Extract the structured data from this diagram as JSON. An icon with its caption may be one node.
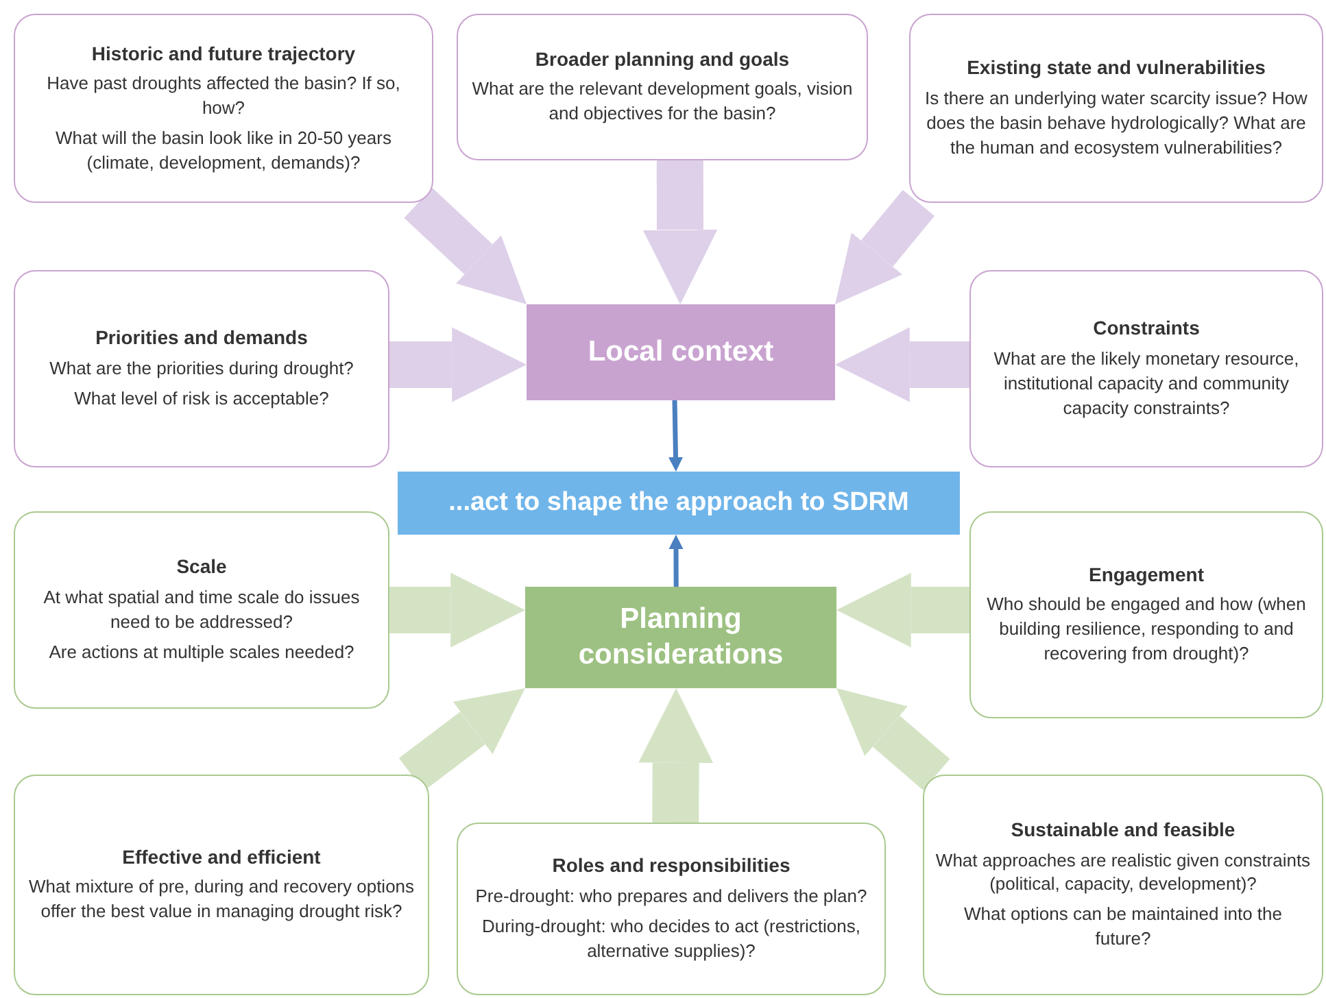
{
  "diagram": {
    "nodes": [
      {
        "text": [
          "Historic and future trajectory",
          "Have past droughts affected the basin? If so, how?",
          "What will the basin look like in 20-50 years (climate, development, demands)?"
        ]
      },
      {
        "text": [
          "Broader planning and goals",
          "What are the relevant development goals, vision and objectives for the basin?"
        ]
      },
      {
        "text": [
          "Existing state and vulnerabilities",
          "Is there an underlying water scarcity issue? How does the basin behave hydrologically? What are the human and ecosystem vulnerabilities?"
        ]
      },
      {
        "text": [
          "Priorities and demands",
          "What are the priorities during drought?",
          "What level of risk is acceptable?"
        ]
      },
      {
        "text": [
          "Local context"
        ]
      },
      {
        "text": [
          "Constraints",
          "What are the likely monetary resource, institutional capacity and community capacity constraints?"
        ]
      },
      {
        "text": [
          "...act to shape the approach to SDRM"
        ]
      },
      {
        "text": [
          "Scale",
          "At what spatial and time scale do issues need to be addressed?",
          "Are actions at multiple scales needed?"
        ]
      },
      {
        "text": [
          "Planning considerations"
        ]
      },
      {
        "text": [
          "Engagement",
          "Who should be engaged and how (when building resilience, responding to and recovering from drought)?"
        ]
      },
      {
        "text": [
          "Effective and efficient",
          "What mixture of pre, during and recovery options offer the best value in managing drought risk?"
        ]
      },
      {
        "text": [
          "Roles and responsibilities",
          "Pre-drought: who prepares and delivers the plan?",
          "During-drought: who decides to act (restrictions, alternative supplies)?"
        ]
      },
      {
        "text": [
          "Sustainable and feasible",
          "What approaches are realistic given constraints (political, capacity, development)?",
          "What options can be maintained into the future?"
        ]
      }
    ],
    "edges": [
      {
        "from": 0,
        "to": 4,
        "arrow": "to",
        "color": "#ddd0e8"
      },
      {
        "from": 1,
        "to": 4,
        "arrow": "to",
        "color": "#ddd0e8"
      },
      {
        "from": 2,
        "to": 4,
        "arrow": "to",
        "color": "#ddd0e8"
      },
      {
        "from": 3,
        "to": 4,
        "arrow": "to",
        "color": "#ddd0e8"
      },
      {
        "from": 5,
        "to": 4,
        "arrow": "to",
        "color": "#ddd0e8"
      },
      {
        "from": 4,
        "to": 6,
        "arrow": "to",
        "color": "#4a7fc0"
      },
      {
        "from": 8,
        "to": 6,
        "arrow": "to",
        "color": "#4a7fc0"
      },
      {
        "from": 7,
        "to": 8,
        "arrow": "to",
        "color": "#d5e3c5"
      },
      {
        "from": 9,
        "to": 8,
        "arrow": "to",
        "color": "#d5e3c5"
      },
      {
        "from": 10,
        "to": 8,
        "arrow": "to",
        "color": "#d5e3c5"
      },
      {
        "from": 11,
        "to": 8,
        "arrow": "to",
        "color": "#d5e3c5"
      },
      {
        "from": 12,
        "to": 8,
        "arrow": "to",
        "color": "#d5e3c5"
      }
    ]
  }
}
